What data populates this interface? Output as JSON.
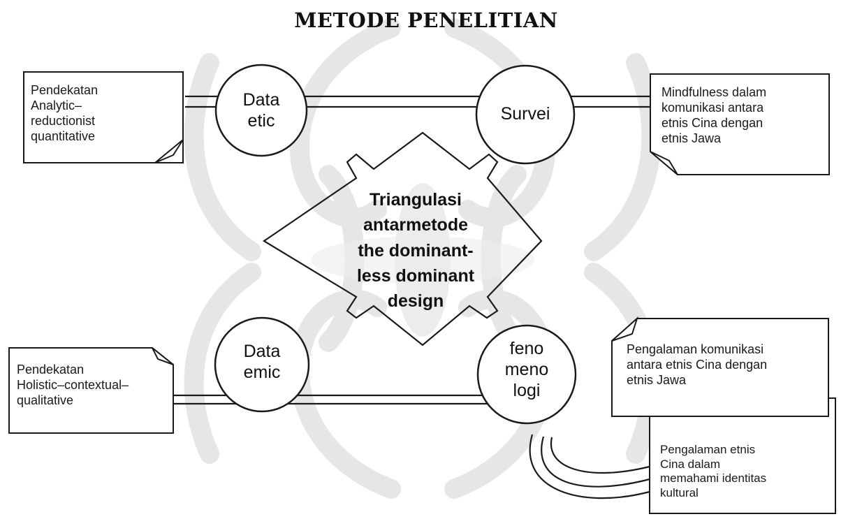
{
  "title": "METODE PENELITIAN",
  "nodes": {
    "data_etic": "Data\netic",
    "survei": "Survei",
    "data_emic": "Data\nemic",
    "fenomenologi": "feno\nmeno\nlogi"
  },
  "center": "Triangulasi\nantarmetode\nthe dominant-\nless dominant\ndesign",
  "notes": {
    "analytic": "Pendekatan\nAnalytic–\nreductionist\nquantitative",
    "mindfulness": "Mindfulness dalam\nkomunikasi antara\netnis Cina dengan\netnis Jawa",
    "holistic": "Pendekatan\nHolistic–contextual–\nqualitative",
    "pengalaman_komunikasi": "Pengalaman komunikasi\nantara etnis Cina dengan\netnis Jawa",
    "pengalaman_identitas": "Pengalaman etnis\nCina dalam\nmemahami identitas\nkultural"
  },
  "colors": {
    "ink": "#1a1a1a",
    "watermark": "#e4e4e4",
    "paper": "#ffffff"
  }
}
